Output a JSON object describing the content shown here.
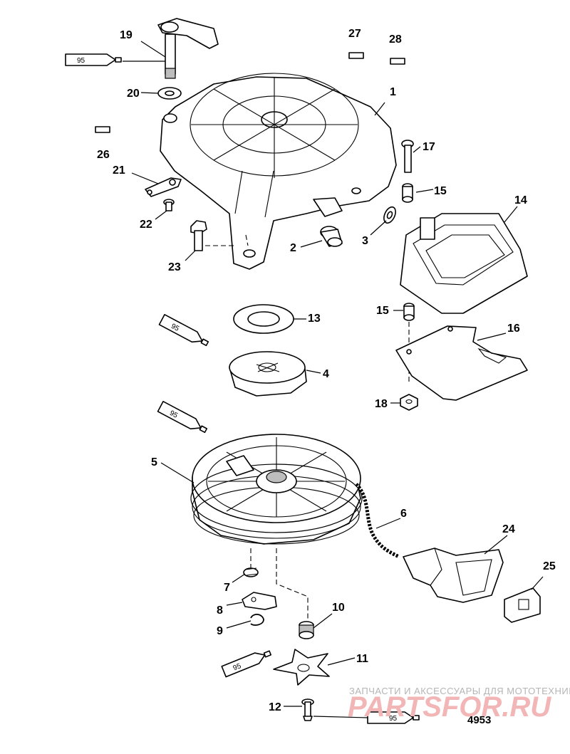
{
  "diagram": {
    "callouts": [
      "1",
      "2",
      "3",
      "4",
      "5",
      "6",
      "7",
      "8",
      "9",
      "10",
      "11",
      "12",
      "13",
      "14",
      "15",
      "15",
      "16",
      "17",
      "18",
      "19",
      "20",
      "21",
      "22",
      "23",
      "24",
      "25",
      "26",
      "27",
      "28"
    ],
    "tube_label": "95",
    "figure_number": "4953"
  },
  "watermark": {
    "caption": "ЗАПЧАСТИ И АКСЕССУАРЫ ДЛЯ МОТОТЕХНИКИ",
    "logo": "PARTSFOR.RU"
  }
}
